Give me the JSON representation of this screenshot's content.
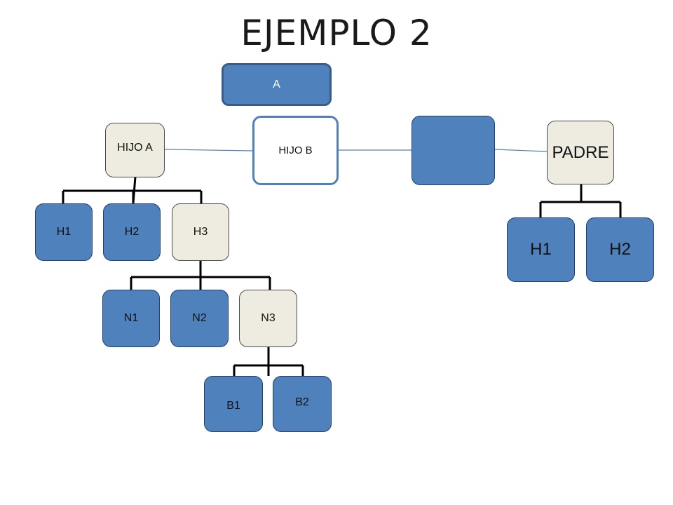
{
  "title": "EJEMPLO 2",
  "nodes": {
    "a": "A",
    "hijo_a": "HIJO A",
    "hijo_b": "HIJO B",
    "padre_box": "",
    "padre": "PADRE",
    "h1": "H1",
    "h2": "H2",
    "h3": "H3",
    "n1": "N1",
    "n2": "N2",
    "n3": "N3",
    "b1": "B1",
    "b2": "B2",
    "padre_h1": "H1",
    "padre_h2": "H2"
  },
  "colors": {
    "node_blue": "#4f81bd",
    "node_cream": "#eeece1",
    "connector": "#000000",
    "link_line": "#4f81bd"
  }
}
